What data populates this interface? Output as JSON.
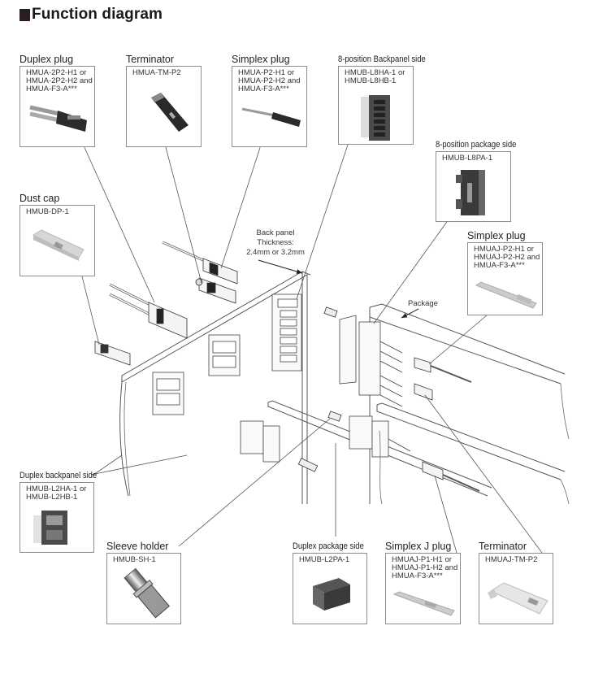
{
  "title": "Function diagram",
  "parts": [
    {
      "id": "duplex-plug",
      "label": "Duplex plug",
      "codes": [
        "HMUA-2P2-H1 or",
        "HMUA-2P2-H2 and",
        "HMUA-F3-A***"
      ],
      "icon": "duplex-plug-icon"
    },
    {
      "id": "terminator-top",
      "label": "Terminator",
      "codes": [
        "HMUA-TM-P2"
      ],
      "icon": "terminator-icon"
    },
    {
      "id": "simplex-plug-top",
      "label": "Simplex plug",
      "codes": [
        "HMUA-P2-H1 or",
        "HMUA-P2-H2 and",
        "HMUA-F3-A***"
      ],
      "icon": "simplex-plug-icon"
    },
    {
      "id": "8pos-backpanel",
      "label": "8-position Backpanel side",
      "codes": [
        "HMUB-L8HA-1 or",
        "HMUB-L8HB-1"
      ],
      "icon": "8-position-backpanel-connector-icon"
    },
    {
      "id": "8pos-package",
      "label": "8-position package side",
      "codes": [
        "HMUB-L8PA-1"
      ],
      "icon": "8-position-package-connector-icon"
    },
    {
      "id": "dust-cap",
      "label": "Dust cap",
      "codes": [
        "HMUB-DP-1"
      ],
      "icon": "dust-cap-icon"
    },
    {
      "id": "simplex-plug-right",
      "label": "Simplex plug",
      "codes": [
        "HMUAJ-P2-H1 or",
        "HMUAJ-P2-H2 and",
        "HMUA-F3-A***"
      ],
      "icon": "simplex-plug-icon"
    },
    {
      "id": "duplex-backpanel",
      "label": "Duplex backpanel side",
      "codes": [
        "HMUB-L2HA-1  or",
        "HMUB-L2HB-1"
      ],
      "icon": "duplex-backpanel-connector-icon"
    },
    {
      "id": "sleeve-holder",
      "label": "Sleeve holder",
      "codes": [
        "HMUB-SH-1"
      ],
      "icon": "sleeve-holder-icon"
    },
    {
      "id": "duplex-package",
      "label": "Duplex package side",
      "codes": [
        "HMUB-L2PA-1"
      ],
      "icon": "duplex-package-connector-icon"
    },
    {
      "id": "simplex-j-plug",
      "label": "Simplex J plug",
      "codes": [
        "HMUAJ-P1-H1 or",
        "HMUAJ-P1-H2 and",
        "HMUA-F3-A***"
      ],
      "icon": "simplex-j-plug-icon"
    },
    {
      "id": "terminator-bottom",
      "label": "Terminator",
      "codes": [
        "HMUAJ-TM-P2"
      ],
      "icon": "terminator-icon"
    }
  ],
  "annotations": {
    "back_panel": [
      "Back panel",
      "Thickness:",
      "2.4mm or 3.2mm"
    ],
    "package": "Package"
  }
}
